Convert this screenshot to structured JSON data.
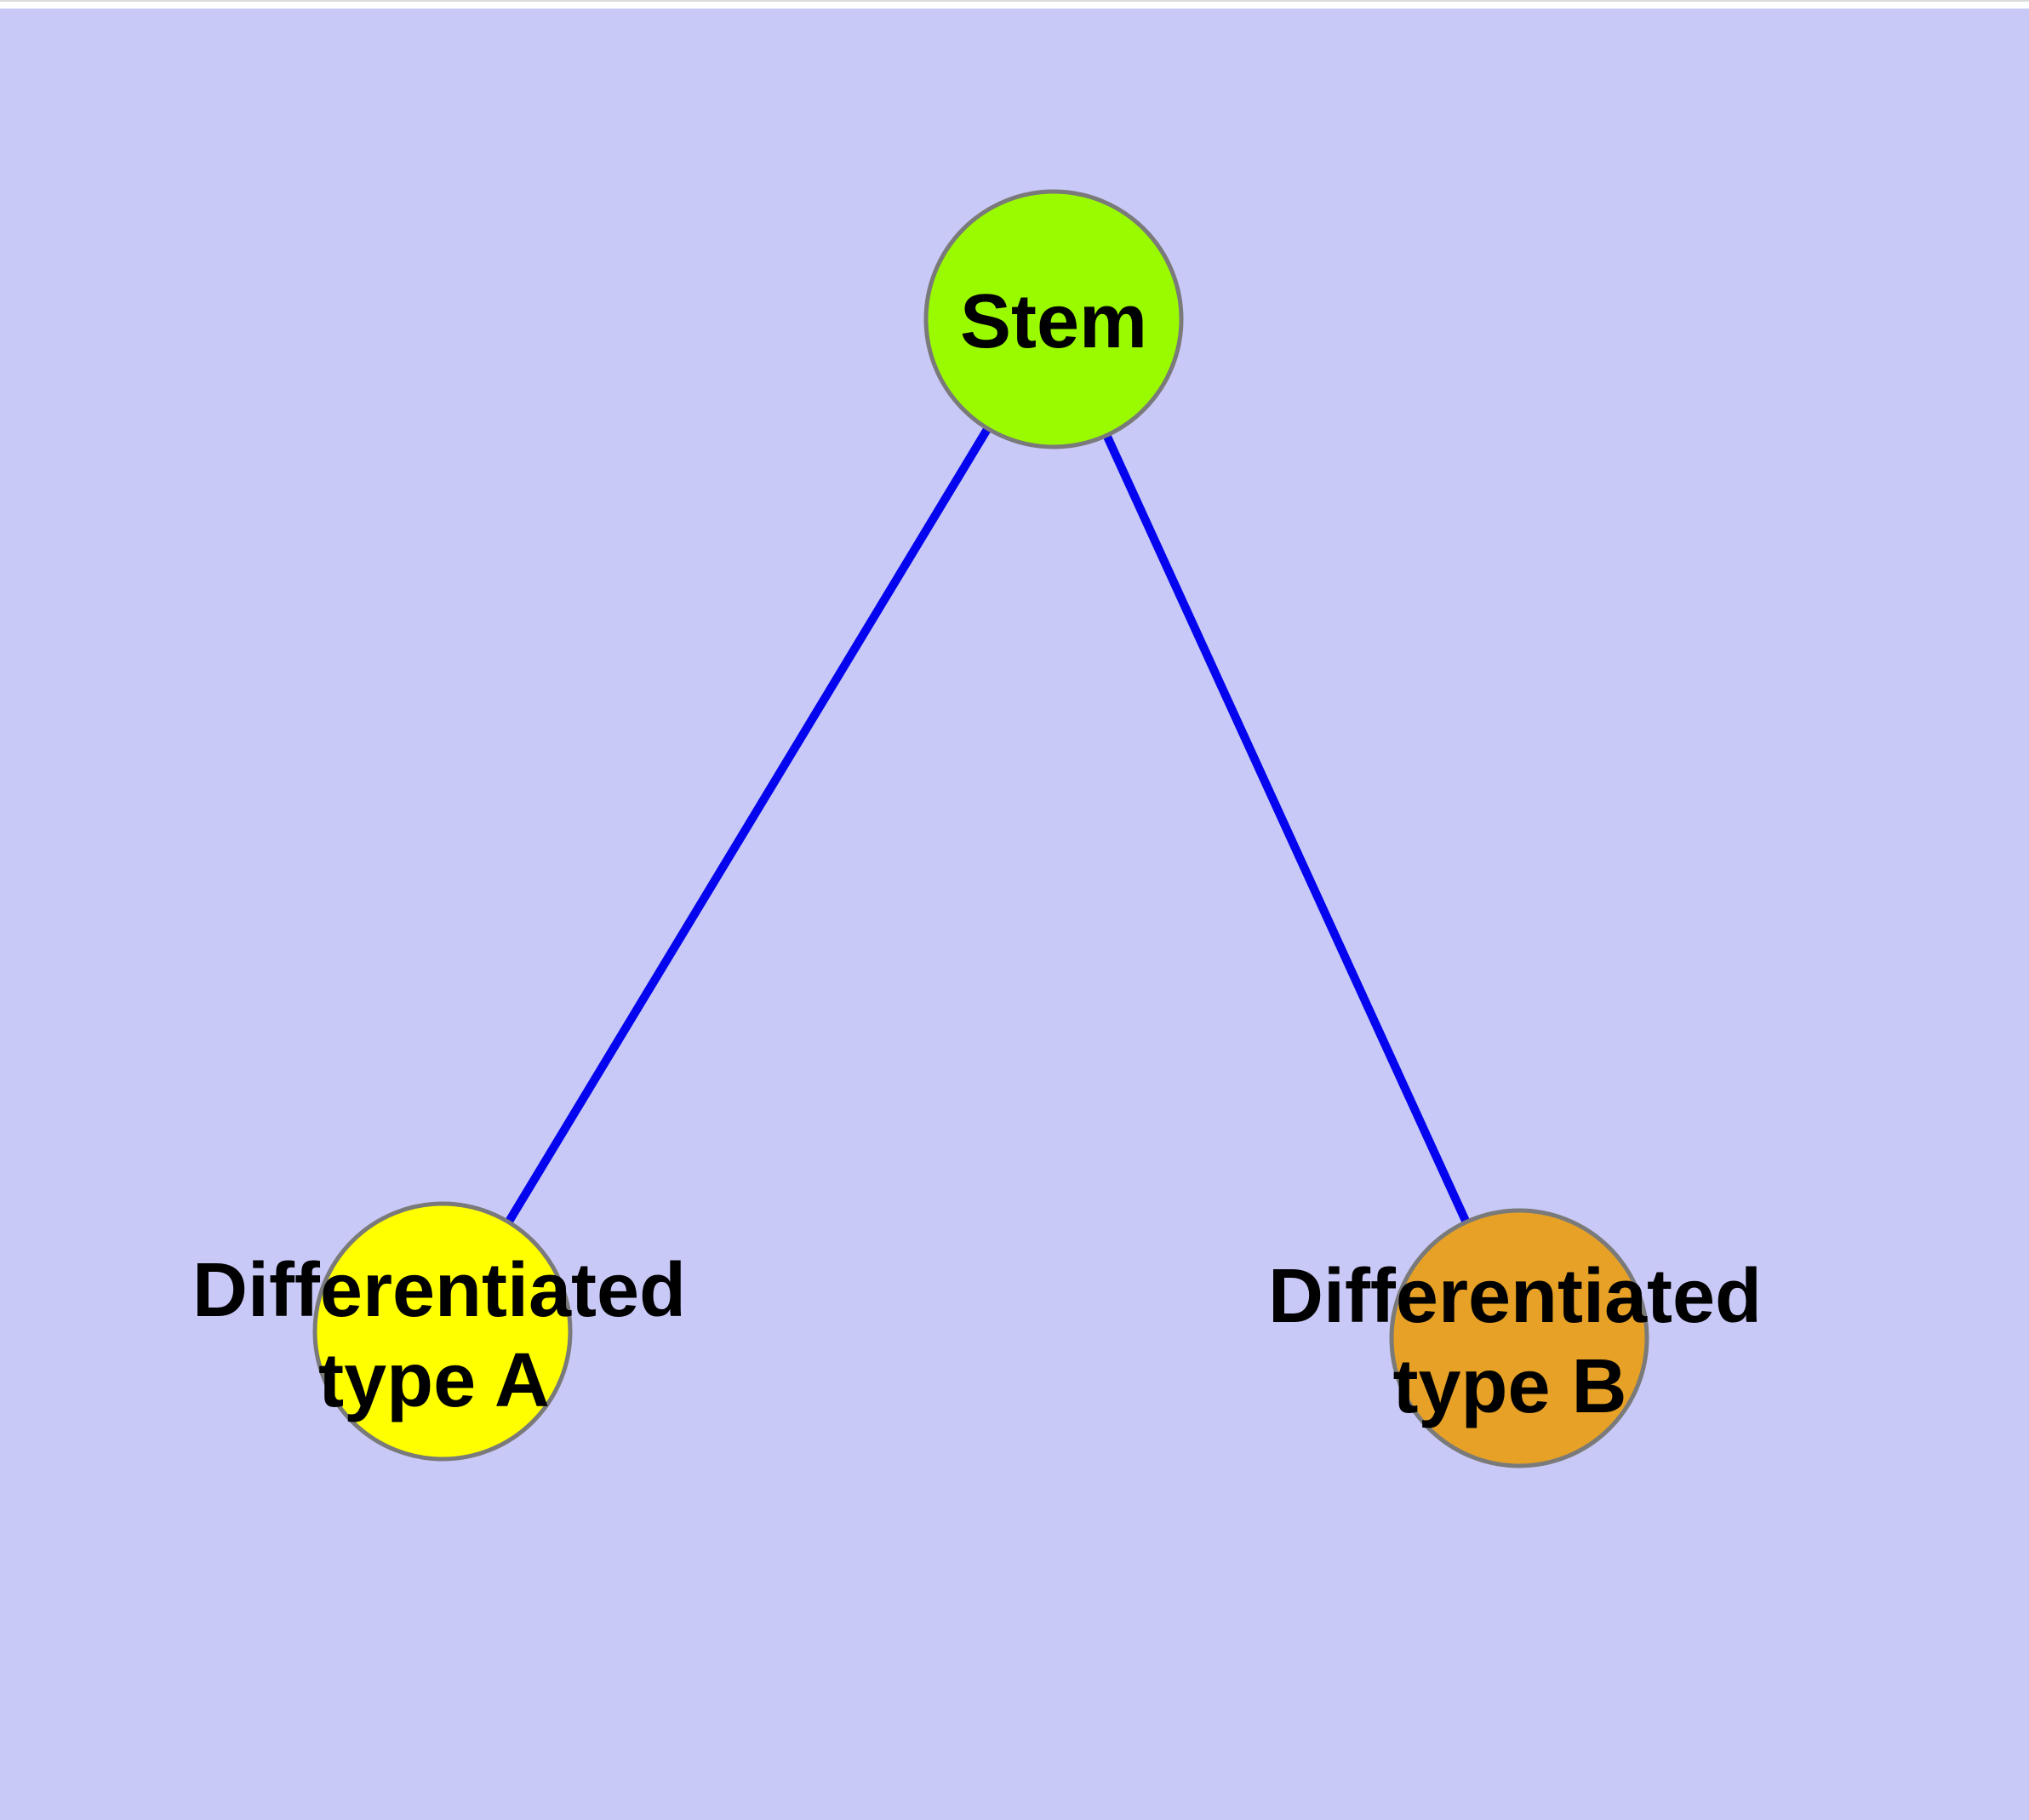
{
  "page": {
    "background_color": "#C9C9F7",
    "top_strip_color": "#FFFFFF",
    "top_strip_border_color": "#DCDCDC"
  },
  "diagram": {
    "type": "graph",
    "edge_color": "#0404EE",
    "node_border_color": "#7A7A7A",
    "label_color": "#000000",
    "nodes": [
      {
        "id": "stem",
        "label": "Stem",
        "fill": "#9AFB00"
      },
      {
        "id": "differentiated-type-a",
        "label": "Differentiated type A",
        "label_line1": "Differentiated",
        "label_line2": "type A",
        "fill": "#FFFF00"
      },
      {
        "id": "differentiated-type-b",
        "label": "Differentiated type B",
        "label_line1": "Differentiated",
        "label_line2": "type B",
        "fill": "#E6A126"
      }
    ],
    "edges": [
      {
        "from": "Stem",
        "to": "Differentiated type A"
      },
      {
        "from": "Stem",
        "to": "Differentiated type B"
      }
    ]
  }
}
